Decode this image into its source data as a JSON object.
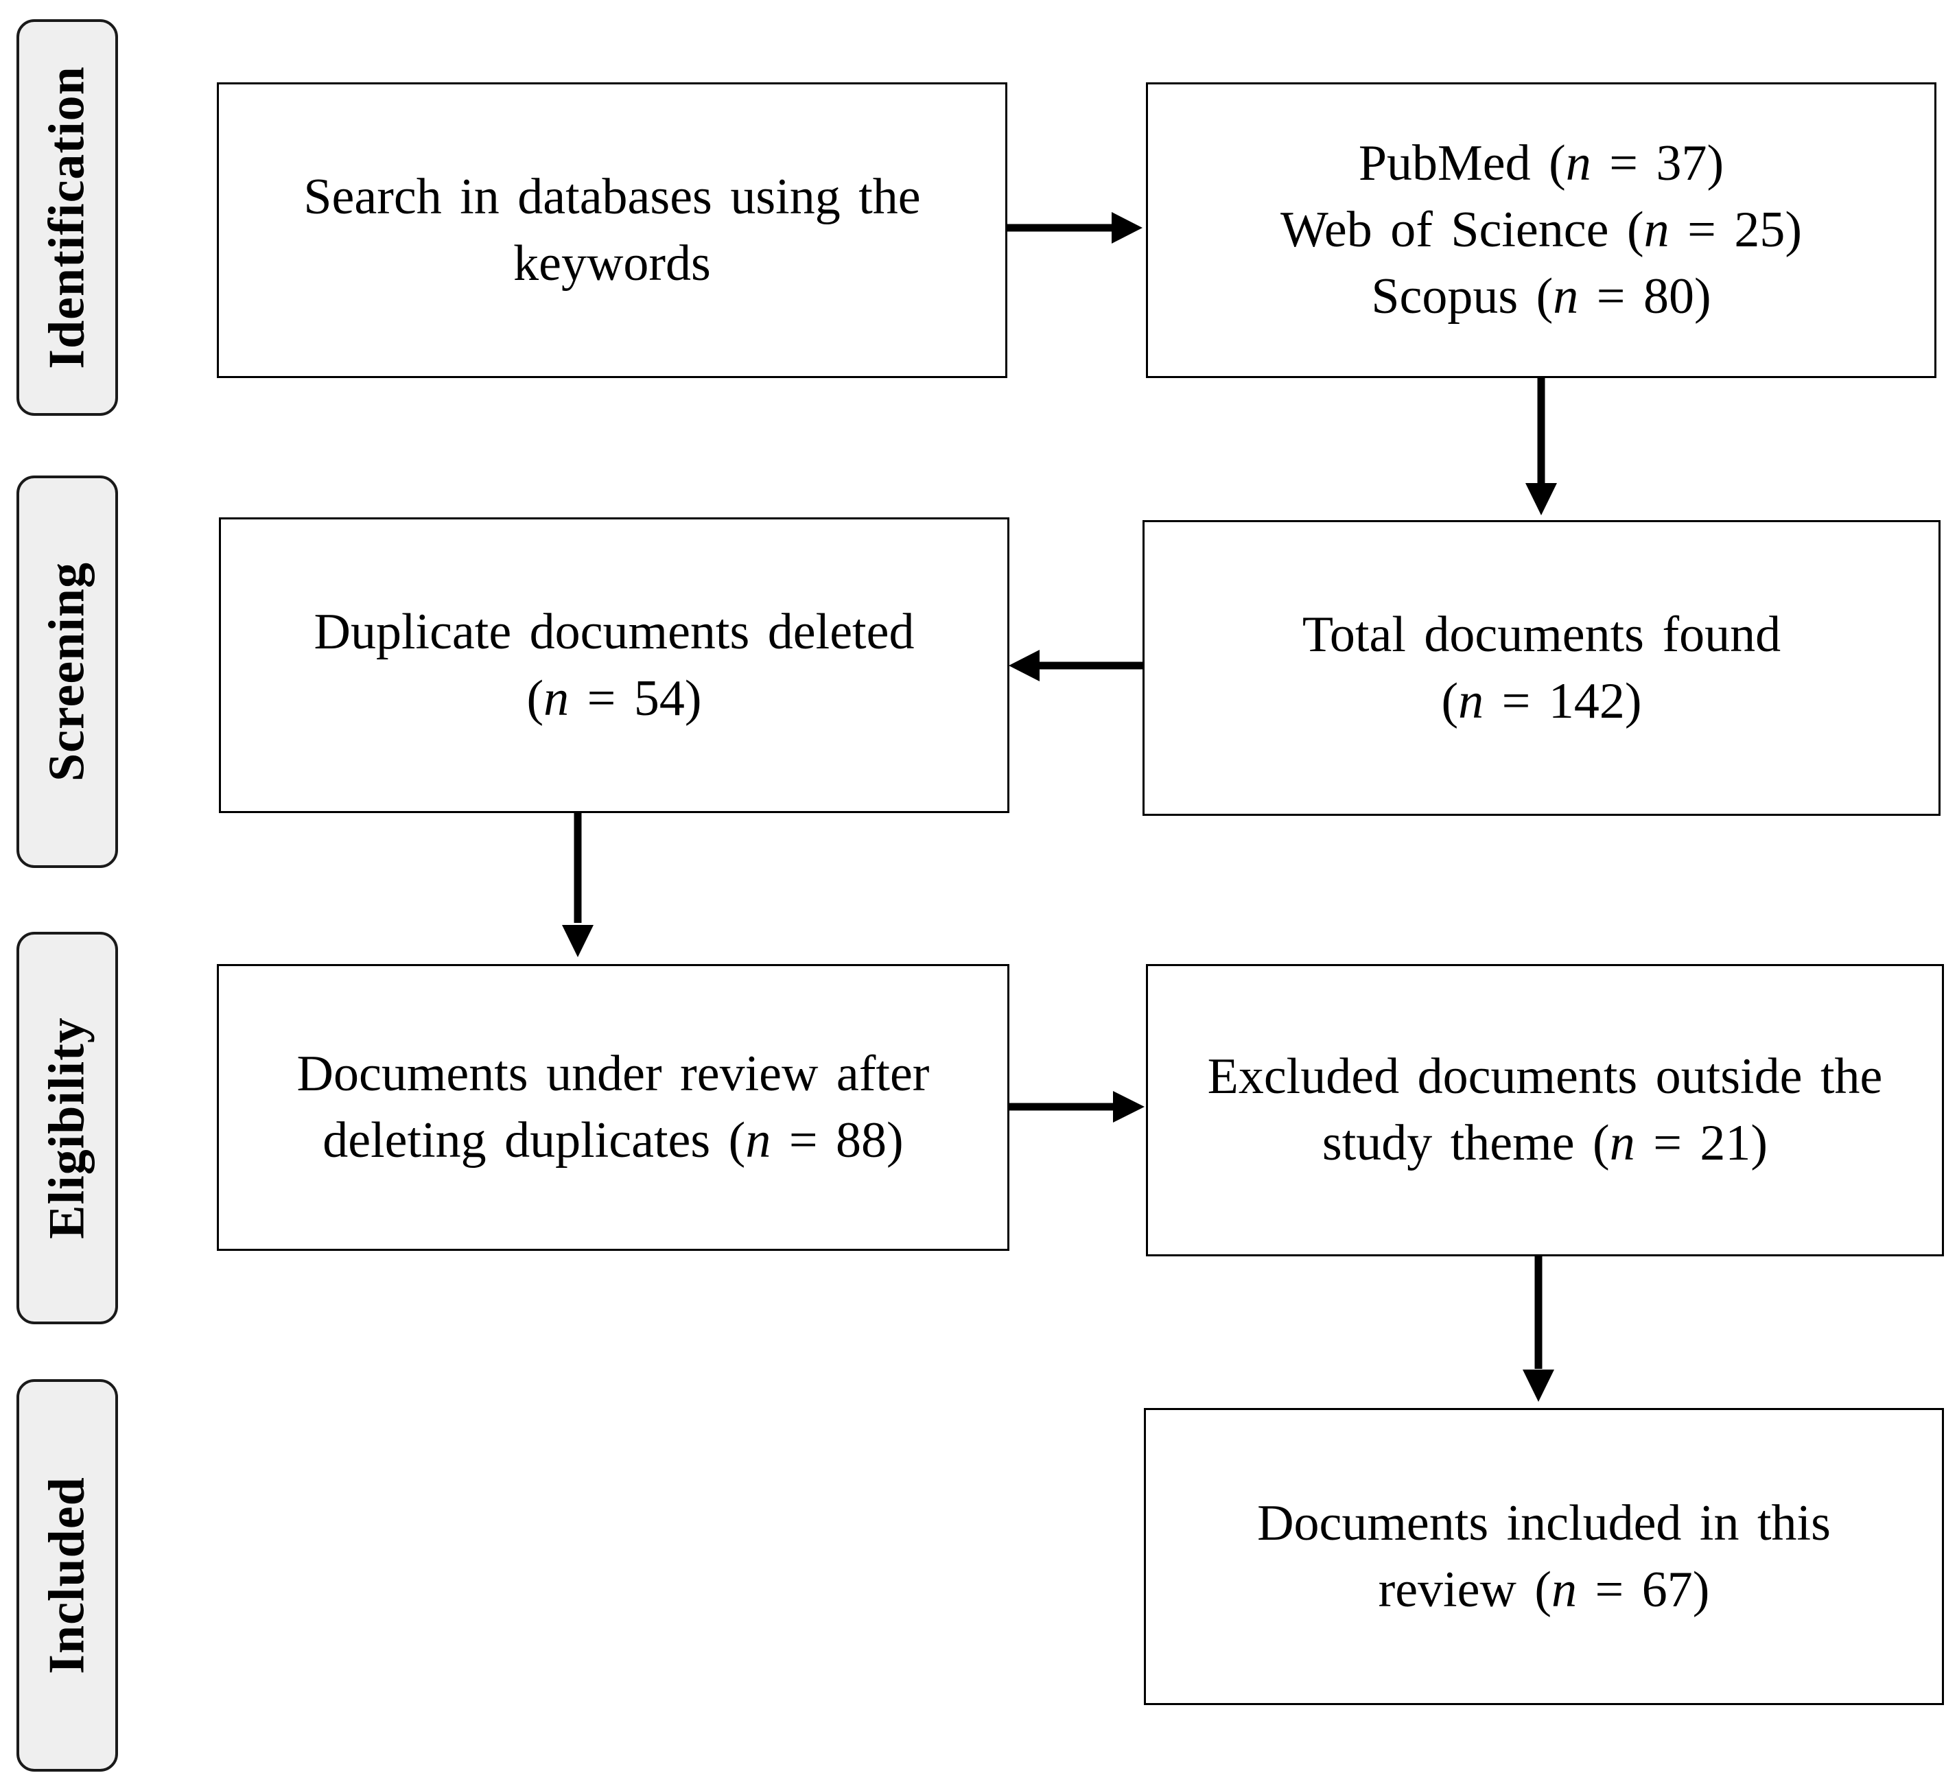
{
  "stages": {
    "identification": "Identification",
    "screening": "Screening",
    "eligibility": "Eligibility",
    "included": "Included"
  },
  "boxes": {
    "search": {
      "line1": "Search in databases using the",
      "line2": "keywords"
    },
    "databases": {
      "pubmed_label": "PubMed (",
      "pubmed_n": "n",
      "pubmed_value": " = 37)",
      "wos_label": "Web of Science (",
      "wos_n": "n",
      "wos_value": " = 25)",
      "scopus_label": "Scopus (",
      "scopus_n": "n",
      "scopus_value": " = 80)"
    },
    "total": {
      "line1": "Total documents found",
      "pre": "(",
      "n": "n",
      "value": " = 142)"
    },
    "duplicates": {
      "line1": "Duplicate documents deleted",
      "pre": "(",
      "n": "n",
      "value": " = 54)"
    },
    "review": {
      "line1": "Documents under review after",
      "line2_pre": "deleting duplicates (",
      "n": "n",
      "value": " = 88)"
    },
    "excluded": {
      "line1": "Excluded documents outside the",
      "line2_pre": "study theme (",
      "n": "n",
      "value": " = 21)"
    },
    "included": {
      "line1": "Documents included in this",
      "line2_pre": "review (",
      "n": "n",
      "value": " = 67)"
    }
  }
}
